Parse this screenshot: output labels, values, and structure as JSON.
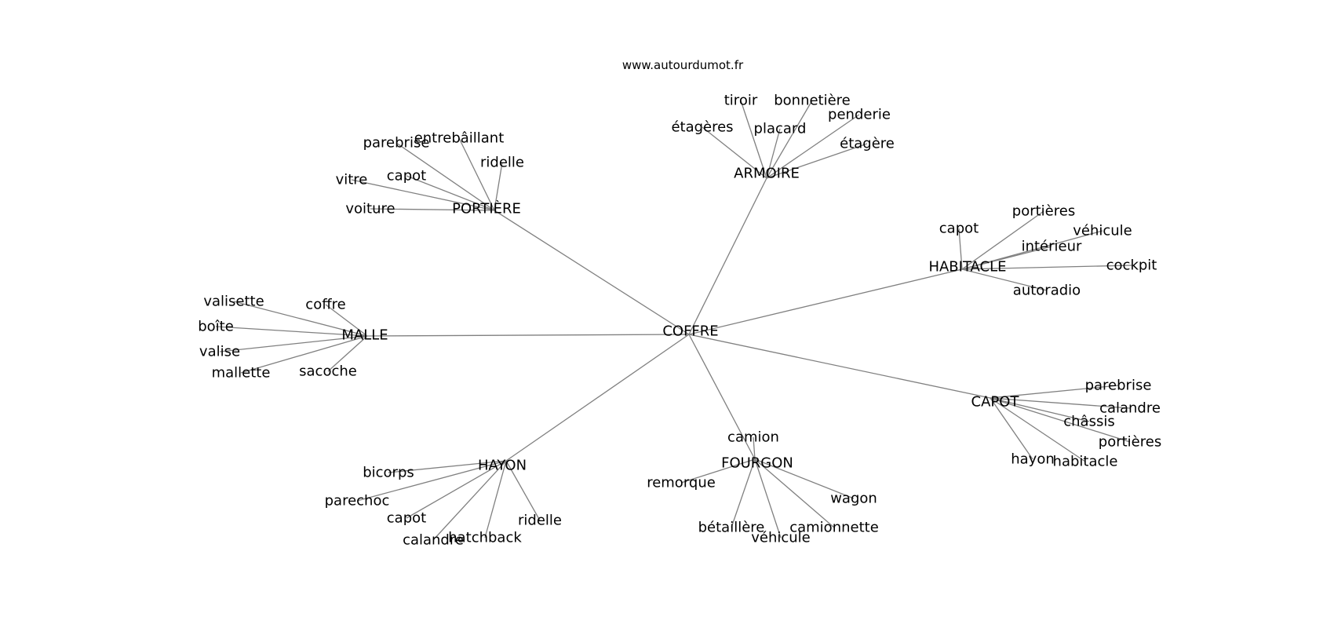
{
  "watermark": "www.autourdumot.fr",
  "colors": {
    "background": "#ffffff",
    "edge": "#808080",
    "text": "#000000"
  },
  "graph": {
    "root": "COFFRE",
    "clusters": [
      {
        "hub": "PORTIÈRE",
        "leaves": [
          "parebrise",
          "entrebâillant",
          "ridelle",
          "capot",
          "vitre",
          "voiture"
        ]
      },
      {
        "hub": "ARMOIRE",
        "leaves": [
          "tiroir",
          "bonnetière",
          "étagères",
          "placard",
          "penderie",
          "étagère"
        ]
      },
      {
        "hub": "HABITACLE",
        "leaves": [
          "capot",
          "portières",
          "véhicule",
          "intérieur",
          "cockpit",
          "autoradio"
        ]
      },
      {
        "hub": "MALLE",
        "leaves": [
          "valisette",
          "coffre",
          "boîte",
          "valise",
          "mallette",
          "sacoche"
        ]
      },
      {
        "hub": "CAPOT",
        "leaves": [
          "parebrise",
          "calandre",
          "châssis",
          "portières",
          "hayon",
          "habitacle"
        ]
      },
      {
        "hub": "FOURGON",
        "leaves": [
          "camion",
          "remorque",
          "wagon",
          "bétaillère",
          "camionnette",
          "véhicule"
        ]
      },
      {
        "hub": "HAYON",
        "leaves": [
          "bicorps",
          "parechoc",
          "capot",
          "ridelle",
          "calandre",
          "hatchback"
        ]
      }
    ]
  }
}
